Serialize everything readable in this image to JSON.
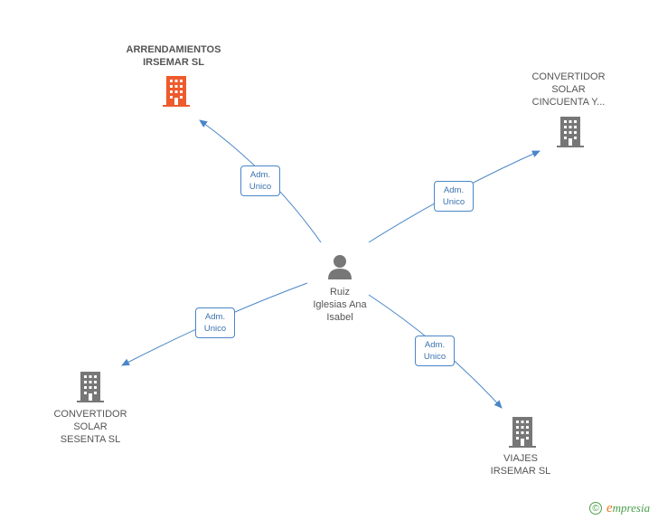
{
  "colors": {
    "edge": "#4a86c8",
    "building_main": "#ee5a2c",
    "building": "#777777",
    "person": "#777777",
    "brand_green": "#4aa04a",
    "brand_orange": "#e87722"
  },
  "center": {
    "label": "Ruiz\nIglesias Ana\nIsabel",
    "icon": "person-icon"
  },
  "companies": [
    {
      "id": "arrendamientos",
      "label": "ARRENDAMIENTOS\nIRSEMAR SL",
      "icon": "building-icon",
      "highlight": true
    },
    {
      "id": "conv-cincuenta",
      "label": "CONVERTIDOR\nSOLAR\nCINCUENTA Y...",
      "icon": "building-icon",
      "highlight": false
    },
    {
      "id": "conv-sesenta",
      "label": "CONVERTIDOR\nSOLAR\nSESENTA SL",
      "icon": "building-icon",
      "highlight": false
    },
    {
      "id": "viajes",
      "label": "VIAJES\nIRSEMAR SL",
      "icon": "building-icon",
      "highlight": false
    }
  ],
  "relations": [
    {
      "to": "arrendamientos",
      "label": "Adm.\nUnico"
    },
    {
      "to": "conv-cincuenta",
      "label": "Adm.\nUnico"
    },
    {
      "to": "conv-sesenta",
      "label": "Adm.\nUnico"
    },
    {
      "to": "viajes",
      "label": "Adm.\nUnico"
    }
  ],
  "footer": {
    "copyright_symbol": "©",
    "brand_initial": "e",
    "brand_rest": "mpresia"
  }
}
